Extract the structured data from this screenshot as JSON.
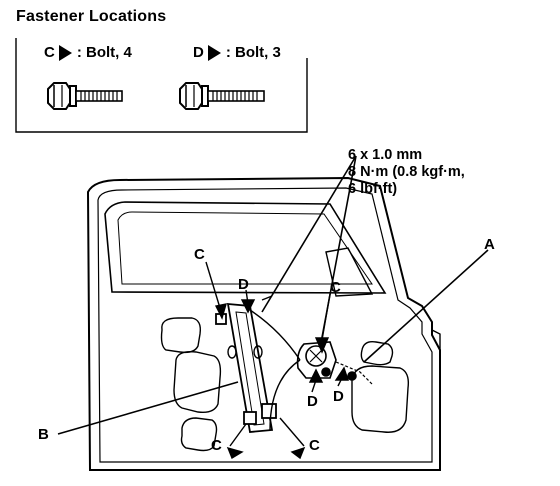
{
  "title": "Fastener Locations",
  "legend": {
    "c": {
      "letter": "C",
      "text": ": Bolt, 4"
    },
    "d": {
      "letter": "D",
      "text": ": Bolt, 3"
    }
  },
  "spec": {
    "line1": "6 x 1.0 mm",
    "line2": "8 N·m (0.8 kgf·m,",
    "line3": "6 lbf·ft)"
  },
  "callouts": {
    "a": "A",
    "b": "B",
    "c": "C",
    "d": "D"
  }
}
